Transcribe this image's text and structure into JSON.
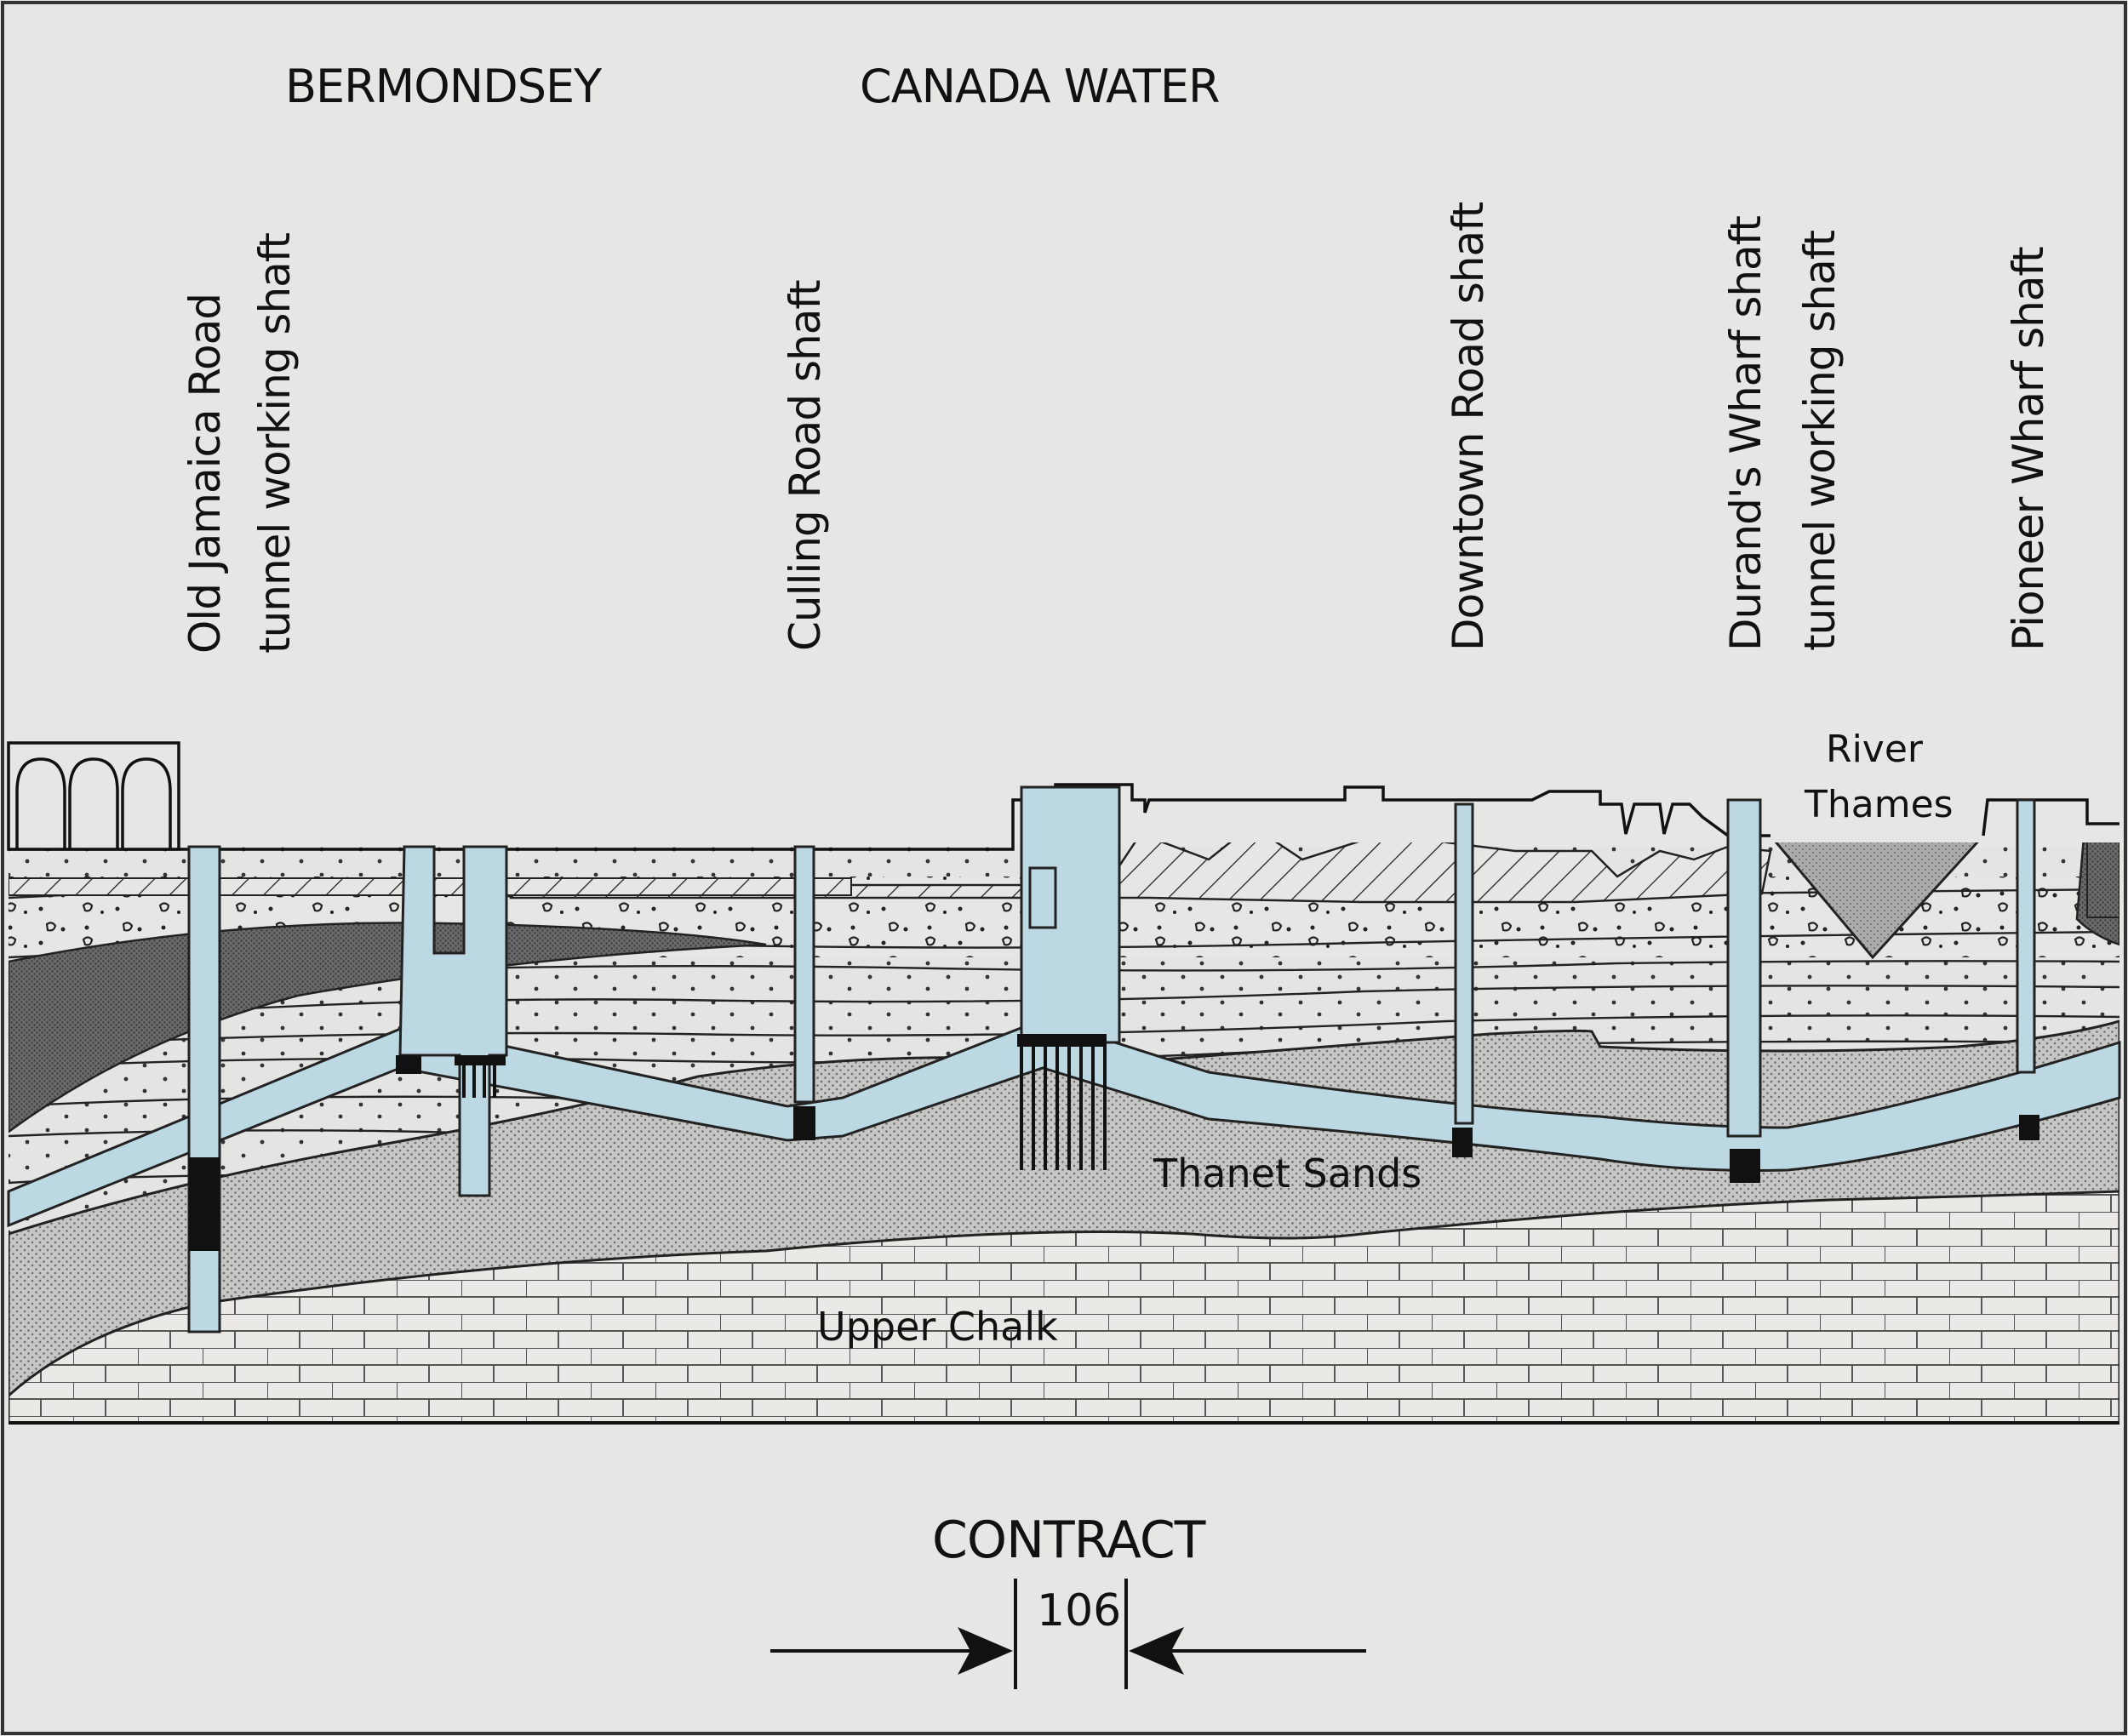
{
  "places": {
    "bermondsey": "BERMONDSEY",
    "canada_water": "CANADA WATER"
  },
  "shafts": {
    "old_jamaica_road": [
      "Old Jamaica Road",
      "tunnel working shaft"
    ],
    "culling_road": "Culling Road shaft",
    "downtown_road": "Downtown Road shaft",
    "durands_wharf": [
      "Durand's Wharf shaft",
      "tunnel working shaft"
    ],
    "pioneer_wharf": "Pioneer Wharf shaft"
  },
  "river": [
    "River",
    "Thames"
  ],
  "strata": {
    "thanet_sands": "Thanet Sands",
    "upper_chalk": "Upper Chalk"
  },
  "contract": {
    "title": "CONTRACT",
    "number": "106"
  },
  "colors": {
    "background": "#e6e6e4",
    "tunnel": "#bcd8e2",
    "thanet_sands": "#c8c8c6",
    "upper_chalk": "#eceae6",
    "dark_clay": "#6a6a6a",
    "river_fill": "#a9a9a7",
    "ink": "#111111"
  }
}
